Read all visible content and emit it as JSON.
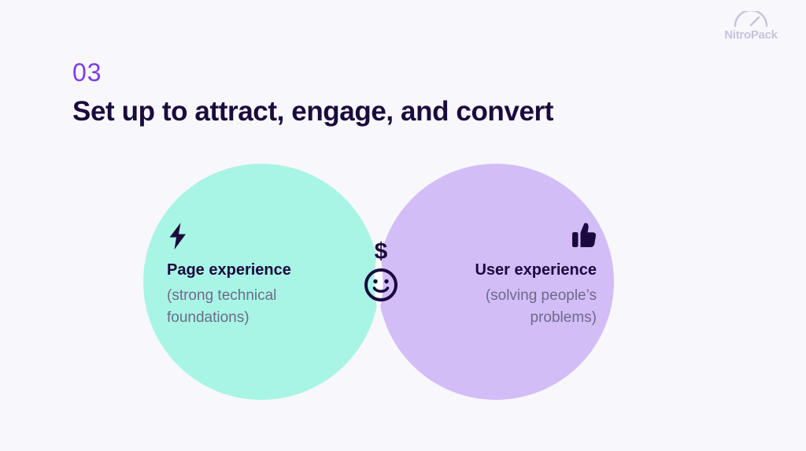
{
  "brand": {
    "name": "NitroPack",
    "gauge_icon": "speedometer-icon",
    "color": "#C7C3DC"
  },
  "header": {
    "eyebrow": "03",
    "eyebrow_color": "#7B3FE4",
    "title": "Set up to attract, engage, and convert",
    "title_color": "#1B0A3D"
  },
  "background_color": "#F8F7FC",
  "chart_data": {
    "type": "venn",
    "title": "Set up to attract, engage, and convert",
    "sets": [
      {
        "id": "page-experience",
        "label": "Page experience",
        "sublabel": "(strong technical foundations)",
        "icon": "lightning-bolt-icon",
        "fill": "#A8F5E5",
        "side": "left"
      },
      {
        "id": "user-experience",
        "label": "User experience",
        "sublabel": "(solving people’s problems)",
        "icon": "thumbs-up-icon",
        "fill": "#D2BDF7",
        "side": "right"
      }
    ],
    "intersection": {
      "id": "revenue-and-delight",
      "label": "",
      "icons": [
        "dollar-sign-icon",
        "smiley-face-icon"
      ],
      "fill": "#A3B8EC",
      "stroke": "#FFFFFF"
    },
    "label_color": "#1B0A3D",
    "sublabel_color": "#6E6A8A",
    "icon_color": "#1B0A3D",
    "legend": "none",
    "grid": false
  },
  "venn": {
    "left": {
      "icon": "⚡",
      "title": "Page experience",
      "sub": "(strong technical foundations)"
    },
    "right": {
      "icon": "👍",
      "title": "User experience",
      "sub": "(solving people’s problems)"
    },
    "center": {
      "dollar": "$",
      "face": "smiley"
    }
  }
}
